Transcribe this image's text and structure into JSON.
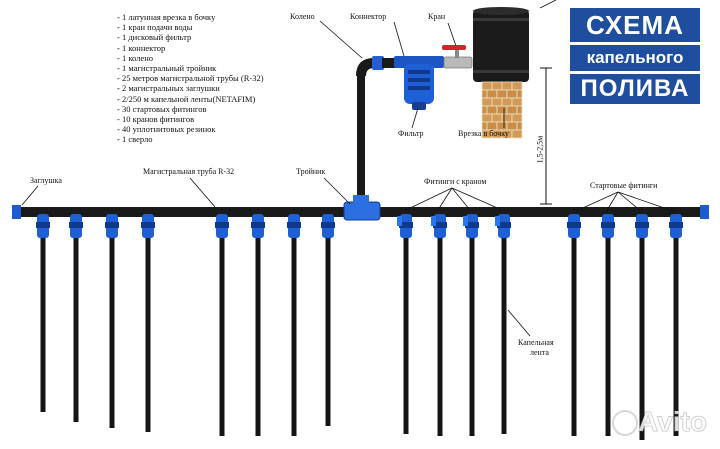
{
  "parts_list": [
    "1 латунная врезка в бочку",
    "1 кран подачи воды",
    "1 дисковый фильтр",
    "1 коннектор",
    "1 колено",
    "1 магистральный тройник",
    "25 метров магистральной трубы (R-32)",
    "2 магистральных заглушки",
    "2/250 м капельной ленты(NETAFIM)",
    "30 стартовых фитингов",
    "10 кранов фитингов",
    "40 уплотнитовых резинок",
    "1 сверло"
  ],
  "title": {
    "line1": "СХЕМА",
    "line2": "капельного",
    "line3": "ПОЛИВА"
  },
  "labels": {
    "elbow": "Колено",
    "connector": "Коннектор",
    "valve": "Кран",
    "filter": "Фильтр",
    "barrel_fitting": "Врезка в бочку",
    "height": "1,5-2,5м",
    "plug": "Заглушка",
    "main_pipe": "Магистральная труба R-32",
    "tee": "Тройник",
    "fittings_valve": "Фитинги с краном",
    "start_fittings": "Стартовые фитинги",
    "drip_tape_1": "Капельная",
    "drip_tape_2": "лента"
  },
  "watermark": "Avito",
  "colors": {
    "pipe": "#1a1a1a",
    "fitting": "#1f5fd6",
    "title_bg": "#1f4e9e",
    "brick": "#c9924a"
  }
}
